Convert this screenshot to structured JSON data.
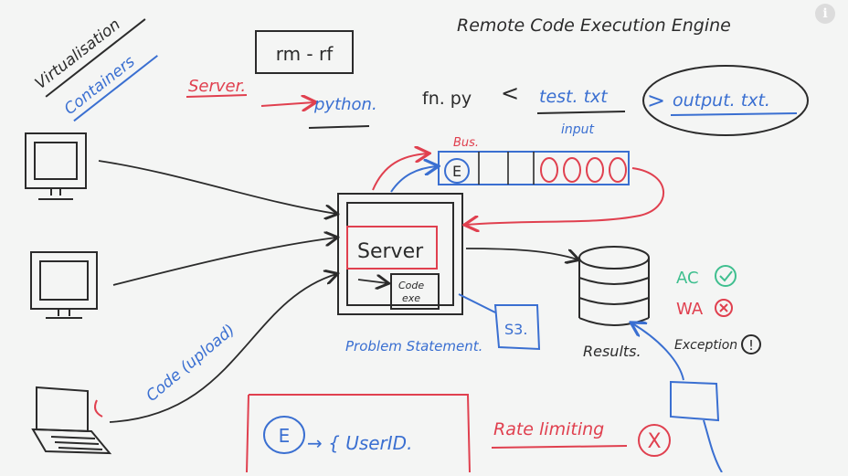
{
  "board": {
    "title": "Remote Code Execution Engine",
    "virtualisation": "Virtualisation",
    "containers": "Containers",
    "server_label": "Server.",
    "rm_rf": "rm - rf",
    "python": "python.",
    "fn_py": "fn. py",
    "lt": "<",
    "test_txt": "test. txt",
    "input": "input",
    "gt": ">",
    "output_txt": "output. txt.",
    "bus": "Bus.",
    "queue_e": "E",
    "server_box": "Server",
    "code_exe_1": "Code",
    "code_exe_2": "exe",
    "s3": "S3.",
    "problem_statement": "Problem Statement.",
    "results": "Results.",
    "ac": "AC",
    "wa": "WA",
    "exception": "Exception",
    "exception_mark": "!",
    "code_upload": "Code (upload)",
    "e_symbol": "E",
    "user_id": "→ { UserID.",
    "rate_limiting": "Rate limiting",
    "rate_x": "X"
  },
  "colors": {
    "black": "#2b2b2b",
    "blue": "#3a6fd1",
    "red": "#e0404f",
    "green": "#3fbf8f",
    "background": "#f4f5f4"
  },
  "icons": [
    "monitor-icon",
    "laptop-icon",
    "database-icon",
    "check-circle-icon",
    "x-circle-icon",
    "info-icon"
  ]
}
